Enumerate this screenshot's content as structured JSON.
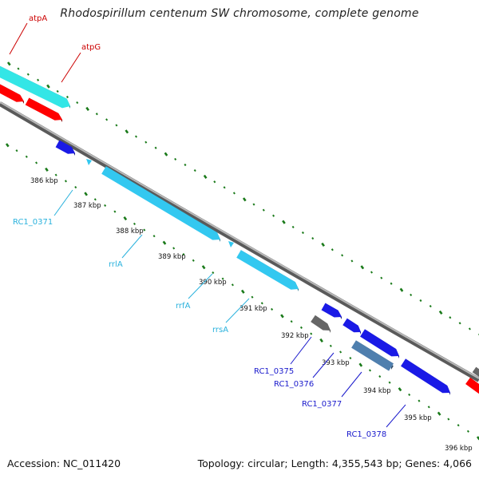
{
  "title": "Rhodospirillum centenum SW chromosome, complete genome",
  "footer": {
    "accession": "Accession: NC_011420",
    "topology": "Topology: circular; Length: 4,355,543 bp; Genes: 4,066"
  },
  "colors": {
    "backbone": "#8c8c8c",
    "tick_dots": "#1a7a1a",
    "cyan": "#33c8f0",
    "aqua": "#33e6e6",
    "red": "#ff0000",
    "blue": "#1a1ae6",
    "gray": "#666666",
    "steel": "#4f7fae",
    "label_red": "#cc0000",
    "label_cyan": "#2ab2dd",
    "label_blue": "#1a1acc"
  },
  "kbp_markers": [
    "386 kbp",
    "387 kbp",
    "388 kbp",
    "389 kbp",
    "390 kbp",
    "391 kbp",
    "392 kbp",
    "393 kbp",
    "394 kbp",
    "395 kbp",
    "396 kbp"
  ],
  "gene_labels": [
    {
      "id": "atpA",
      "text": "atpA",
      "color": "label_red"
    },
    {
      "id": "atpG",
      "text": "atpG",
      "color": "label_red"
    },
    {
      "id": "RC1_0371",
      "text": "RC1_0371",
      "color": "label_cyan"
    },
    {
      "id": "rrlA",
      "text": "rrlA",
      "color": "label_cyan"
    },
    {
      "id": "rrfA",
      "text": "rrfA",
      "color": "label_cyan"
    },
    {
      "id": "rrsA",
      "text": "rrsA",
      "color": "label_cyan"
    },
    {
      "id": "RC1_0375",
      "text": "RC1_0375",
      "color": "label_blue"
    },
    {
      "id": "RC1_0376",
      "text": "RC1_0376",
      "color": "label_blue"
    },
    {
      "id": "RC1_0377",
      "text": "RC1_0377",
      "color": "label_blue"
    },
    {
      "id": "RC1_0378",
      "text": "RC1_0378",
      "color": "label_blue"
    }
  ]
}
